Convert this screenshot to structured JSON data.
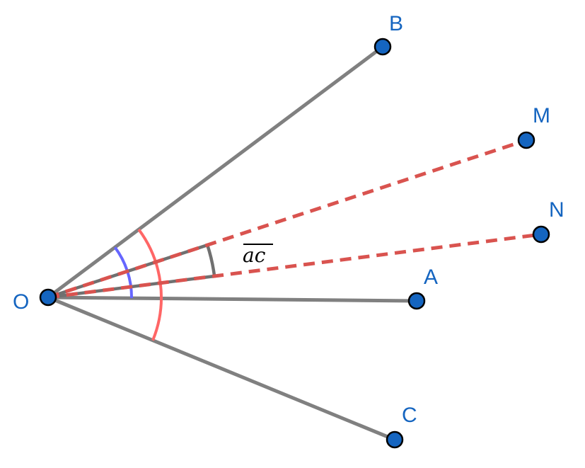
{
  "diagram": {
    "points": {
      "O": "O",
      "A": "A",
      "B": "B",
      "C": "C",
      "M": "M",
      "N": "N"
    },
    "angle_label": "ac",
    "colors": {
      "point_fill": "#1565c0",
      "segment": "#808080",
      "bisector_dashed": "#d9534f",
      "arc_red": "#ff6666",
      "arc_blue": "#6666ff"
    }
  }
}
